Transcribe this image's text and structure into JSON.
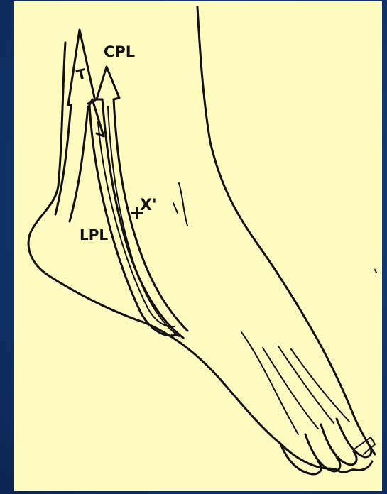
{
  "background_color": "#123a72",
  "panel_color": "#fdfbc0",
  "ink_color": "#111111",
  "labels": {
    "t": "T",
    "cpl": "CPL",
    "lpl": "LPL",
    "x_prime": "X'",
    "plus": "+"
  }
}
